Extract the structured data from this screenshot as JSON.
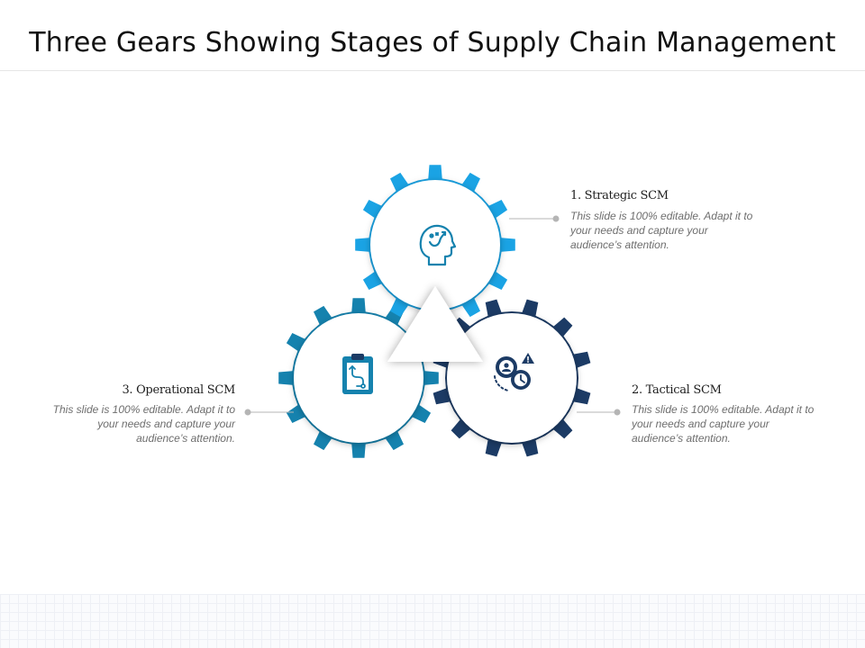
{
  "title": "Three Gears Showing Stages of Supply Chain Management",
  "stages": [
    {
      "label": "1. Strategic SCM",
      "description": "This slide is 100% editable. Adapt it to your needs and capture your audience’s attention.",
      "color": "#1aa3e4",
      "icon": "head-strategy-icon"
    },
    {
      "label": "2. Tactical SCM",
      "description": "This slide is 100% editable. Adapt it to your needs and capture your audience’s attention.",
      "color": "#1c3b65",
      "icon": "gears-people-warning-icon"
    },
    {
      "label": "3. Operational SCM",
      "description": "This slide is 100% editable. Adapt it to your needs and capture your audience’s attention.",
      "color": "#1582ae",
      "icon": "clipboard-flow-icon"
    }
  ],
  "colors": {
    "connector": "#b5b5b5",
    "gear_face": "#ffffff",
    "icon_blue": "#1582ae",
    "icon_navy": "#1c3b65"
  }
}
